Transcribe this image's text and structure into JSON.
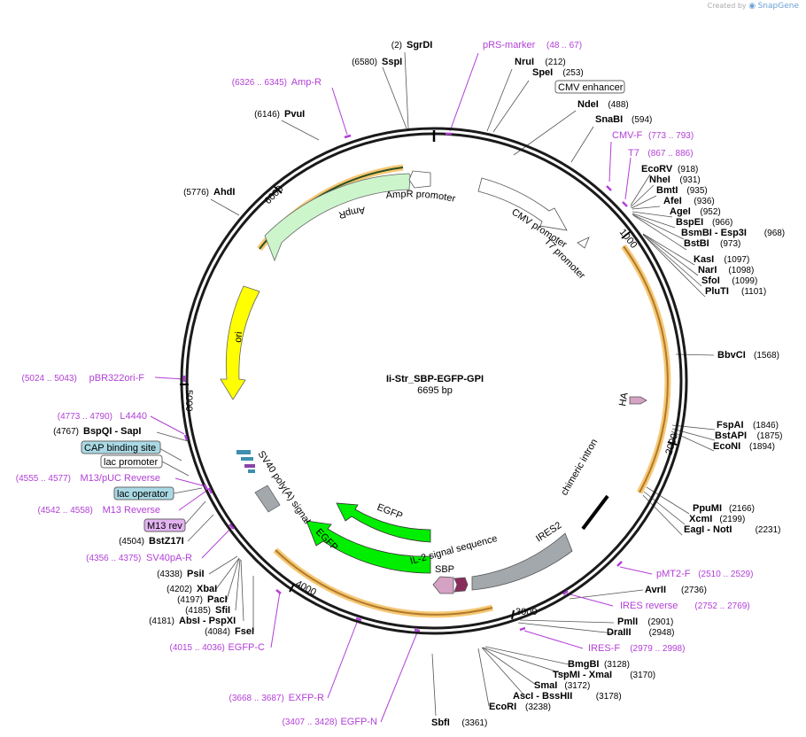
{
  "credit": {
    "prefix": "Created by",
    "brand": "SnapGene"
  },
  "plasmid": {
    "name": "Ii-Str_SBP-EGFP-GPI",
    "size": "6695 bp"
  },
  "ticks": [
    "1000",
    "2000",
    "3000",
    "4000",
    "5000",
    "6000"
  ],
  "features": {
    "ampr_promoter": "AmpR promoter",
    "ampr": "AmpR",
    "cmv_promoter": "CMV promoter",
    "t7_promoter": "T7 promoter",
    "ori": "ori",
    "ha": "HA",
    "chimeric_intron": "chimeric intron",
    "ires2": "IRES2",
    "il2": "IL-2 signal sequence",
    "sbp": "SBP",
    "egfp1": "EGFP",
    "egfp2": "EGFP",
    "sv40": "SV40 poly(A) signal"
  },
  "colors": {
    "backbone": "#1a1a1a",
    "ampr": "#ccf5cc",
    "egfp": "#00ee00",
    "ori": "#ffff00",
    "ires": "#a3a8ad",
    "primer": "#b23fd6",
    "highlight": "#f6c876"
  },
  "enzymes": [
    {
      "name": "SgrDI",
      "pos": "(2)"
    },
    {
      "name": "SspI",
      "pos": "(6580)"
    },
    {
      "name": "NruI",
      "pos": "(212)"
    },
    {
      "name": "SpeI",
      "pos": "(253)"
    },
    {
      "name": "NdeI",
      "pos": "(488)"
    },
    {
      "name": "SnaBI",
      "pos": "(594)"
    },
    {
      "name": "PvuI",
      "pos": "(6146)"
    },
    {
      "name": "AhdI",
      "pos": "(5776)"
    },
    {
      "name": "EcoRV",
      "pos": "(918)"
    },
    {
      "name": "NheI",
      "pos": "(931)"
    },
    {
      "name": "BmtI",
      "pos": "(935)"
    },
    {
      "name": "AfeI",
      "pos": "(936)"
    },
    {
      "name": "AgeI",
      "pos": "(952)"
    },
    {
      "name": "BspEI",
      "pos": "(966)"
    },
    {
      "name": "BsmBI - Esp3I",
      "pos": "(968)"
    },
    {
      "name": "BstBI",
      "pos": "(973)"
    },
    {
      "name": "KasI",
      "pos": "(1097)"
    },
    {
      "name": "NarI",
      "pos": "(1098)"
    },
    {
      "name": "SfoI",
      "pos": "(1099)"
    },
    {
      "name": "PluTI",
      "pos": "(1101)"
    },
    {
      "name": "BbvCI",
      "pos": "(1568)"
    },
    {
      "name": "FspAI",
      "pos": "(1846)"
    },
    {
      "name": "BstAPI",
      "pos": "(1875)"
    },
    {
      "name": "EcoNI",
      "pos": "(1894)"
    },
    {
      "name": "PpuMI",
      "pos": "(2166)"
    },
    {
      "name": "XcmI",
      "pos": "(2199)"
    },
    {
      "name": "EagI - NotI",
      "pos": "(2231)"
    },
    {
      "name": "AvrII",
      "pos": "(2736)"
    },
    {
      "name": "PmlI",
      "pos": "(2901)"
    },
    {
      "name": "DraIII",
      "pos": "(2948)"
    },
    {
      "name": "BmgBI",
      "pos": "(3128)"
    },
    {
      "name": "TspMI - XmaI",
      "pos": "(3170)"
    },
    {
      "name": "SmaI",
      "pos": "(3172)"
    },
    {
      "name": "AscI - BssHII",
      "pos": "(3178)"
    },
    {
      "name": "EcoRI",
      "pos": "(3238)"
    },
    {
      "name": "SbfI",
      "pos": "(3361)"
    },
    {
      "name": "BspQI - SapI",
      "pos": "(4767)"
    },
    {
      "name": "BstZ17I",
      "pos": "(4504)"
    },
    {
      "name": "PsiI",
      "pos": "(4338)"
    },
    {
      "name": "XbaI",
      "pos": "(4202)"
    },
    {
      "name": "PacI",
      "pos": "(4197)"
    },
    {
      "name": "SfiI",
      "pos": "(4185)"
    },
    {
      "name": "AbsI - PspXI",
      "pos": "(4181)"
    },
    {
      "name": "FseI",
      "pos": "(4084)"
    }
  ],
  "primers": [
    {
      "name": "pRS-marker",
      "pos": "(48 .. 67)"
    },
    {
      "name": "Amp-R",
      "pos": "(6326 .. 6345)"
    },
    {
      "name": "CMV-F",
      "pos": "(773 .. 793)"
    },
    {
      "name": "T7",
      "pos": "(867 .. 886)"
    },
    {
      "name": "pBR322ori-F",
      "pos": "(5024 .. 5043)"
    },
    {
      "name": "L4440",
      "pos": "(4773 .. 4790)"
    },
    {
      "name": "M13/pUC Reverse",
      "pos": "(4555 .. 4577)"
    },
    {
      "name": "M13 Reverse",
      "pos": "(4542 .. 4558)"
    },
    {
      "name": "SV40pA-R",
      "pos": "(4356 .. 4375)"
    },
    {
      "name": "pMT2-F",
      "pos": "(2510 .. 2529)"
    },
    {
      "name": "IRES reverse",
      "pos": "(2752 .. 2769)"
    },
    {
      "name": "IRES-F",
      "pos": "(2979 .. 2998)"
    },
    {
      "name": "EGFP-C",
      "pos": "(4015 .. 4036)"
    },
    {
      "name": "EXFP-R",
      "pos": "(3668 .. 3687)"
    },
    {
      "name": "EGFP-N",
      "pos": "(3407 .. 3428)"
    }
  ],
  "boxed_labels": [
    "CMV enhancer",
    "CAP binding site",
    "lac promoter",
    "lac operator",
    "M13 rev"
  ]
}
